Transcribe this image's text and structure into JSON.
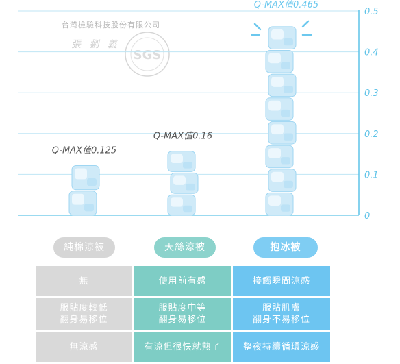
{
  "chart_data": {
    "type": "bar",
    "categories": [
      "純棉涼被",
      "天絲涼被",
      "抱冰被"
    ],
    "values": [
      0.125,
      0.16,
      0.465
    ],
    "data_labels": [
      "Q-MAX值0.125",
      "Q-MAX值0.16",
      "Q-MAX值0.465"
    ],
    "yticks": [
      "0.5",
      "0.4",
      "0.3",
      "0.2",
      "0.1",
      "0"
    ],
    "ylim": [
      0,
      0.5
    ],
    "yaxis_side": "right",
    "grid": true,
    "title": "",
    "xlabel": "",
    "ylabel": "",
    "colors": {
      "axis": "#5fc3e8",
      "grid": "#bfe6f5",
      "label": "#555555",
      "highlight_label": "#6cc8ee",
      "ice": "#cfeaf8",
      "ice_edge": "#9fd6f2"
    }
  },
  "stamp": {
    "company": "台灣檢驗科技股份有限公司",
    "seal": "SGS",
    "signature": "張 劉 義"
  },
  "comparison": {
    "headers": [
      "純棉涼被",
      "天絲涼被",
      "抱冰被"
    ],
    "rows": [
      [
        "無",
        "使用前有感",
        "接觸瞬間涼感"
      ],
      [
        "服貼度較低\n翻身易移位",
        "服貼度中等\n翻身易移位",
        "服貼肌膚\n翻身不易移位"
      ],
      [
        "無涼感",
        "有涼但很快就熱了",
        "整夜持續循環涼感"
      ]
    ]
  }
}
